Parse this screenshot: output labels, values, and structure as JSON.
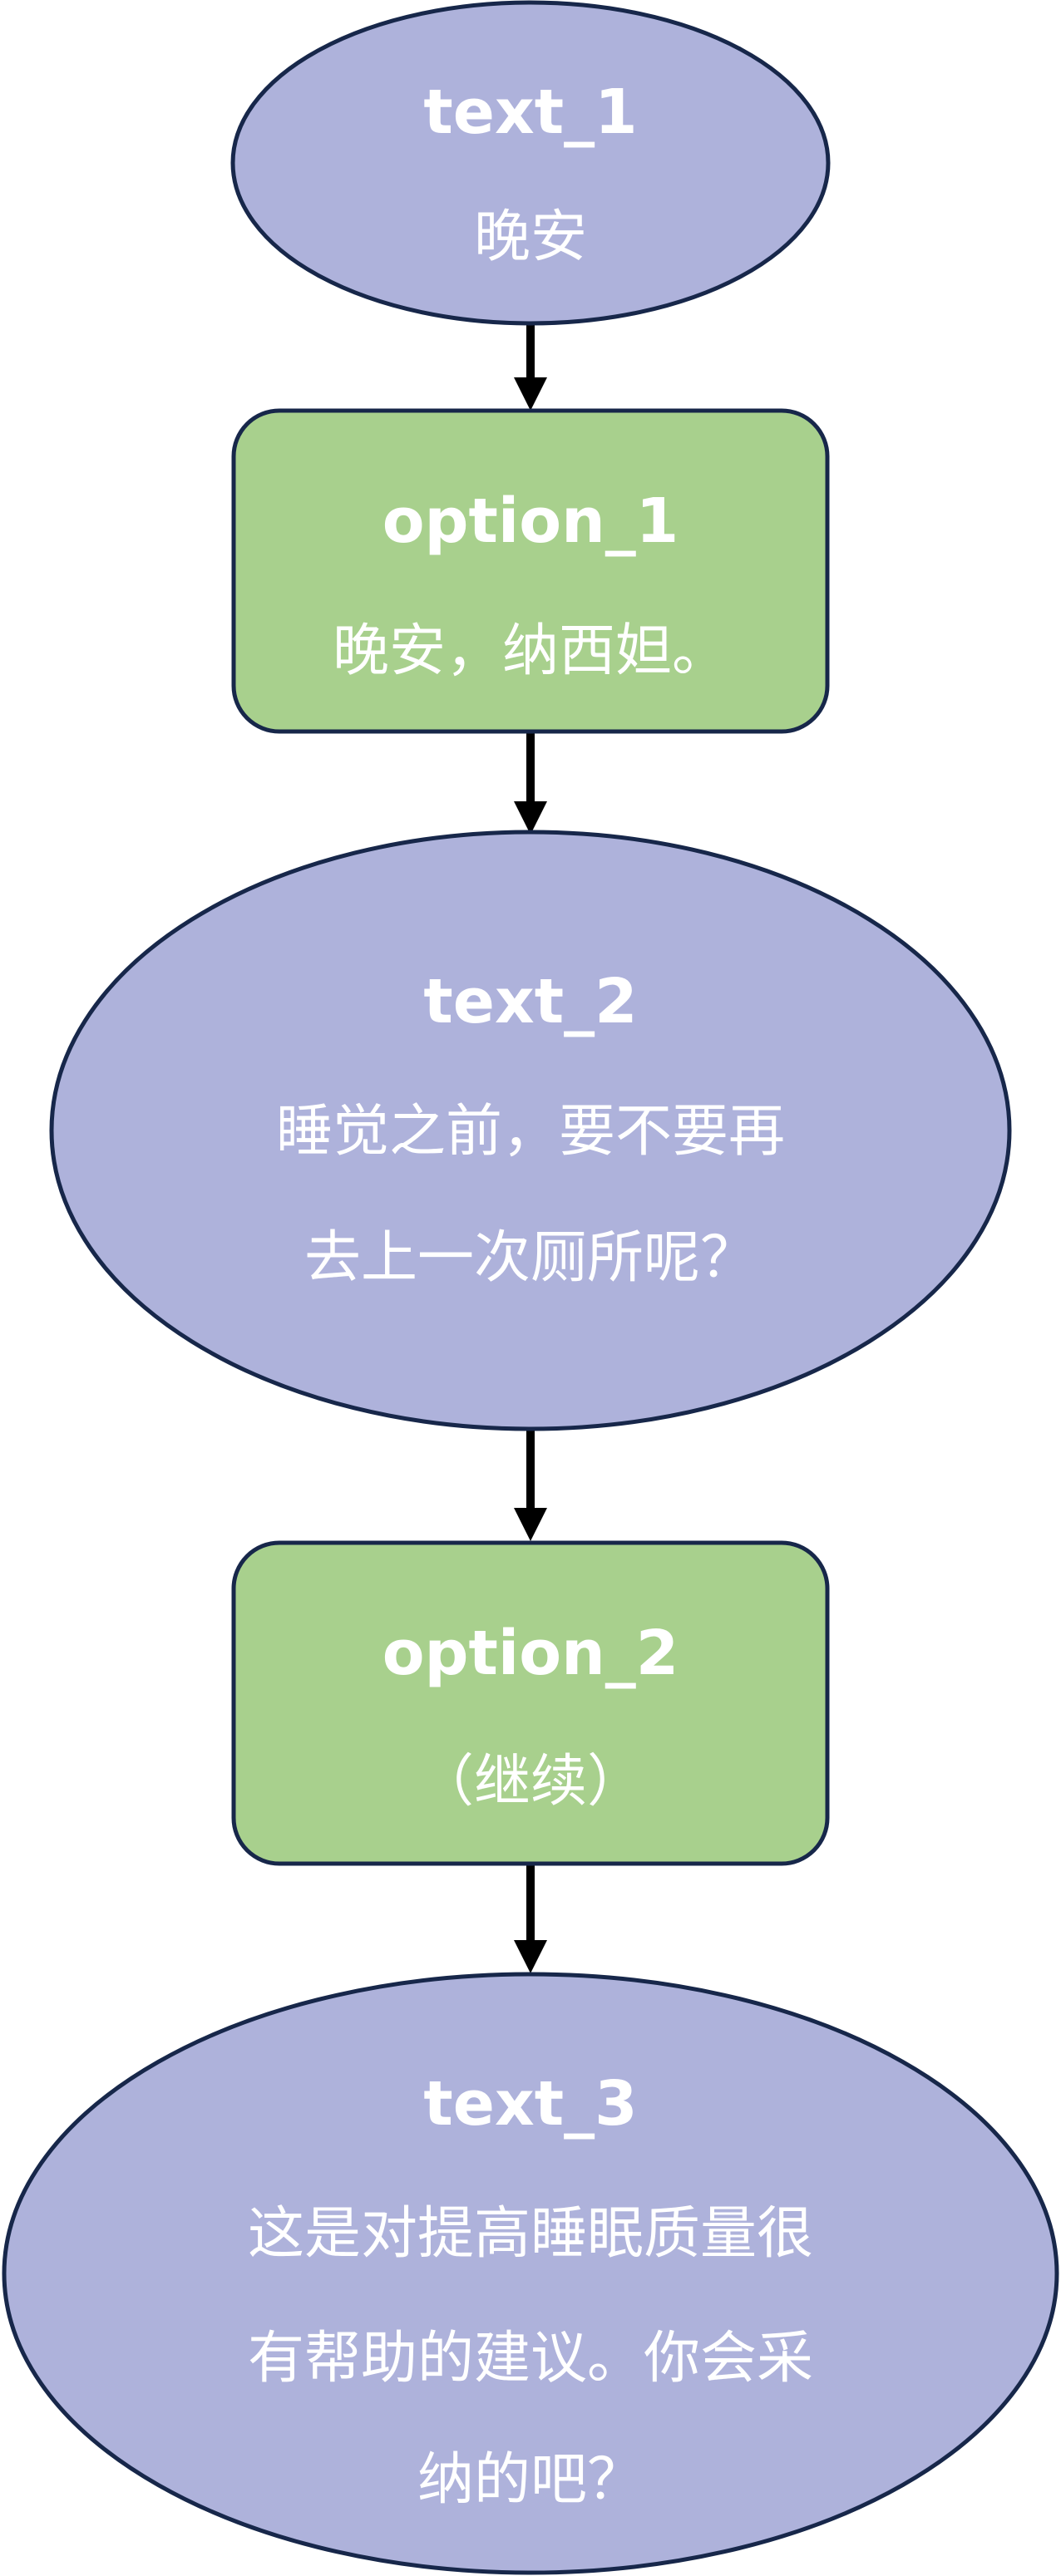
{
  "colors": {
    "text_node_fill": "#aeb2db",
    "option_node_fill": "#a8d08d",
    "node_stroke": "#17274a",
    "arrow": "#000000",
    "label": "#ffffff"
  },
  "nodes": [
    {
      "id": "text_1",
      "kind": "text",
      "title": "text_1",
      "lines": [
        "晚安"
      ]
    },
    {
      "id": "option_1",
      "kind": "option",
      "title": "option_1",
      "lines": [
        "晚安，纳西妲。"
      ]
    },
    {
      "id": "text_2",
      "kind": "text",
      "title": "text_2",
      "lines": [
        "睡觉之前，要不要再",
        "去上一次厕所呢？"
      ]
    },
    {
      "id": "option_2",
      "kind": "option",
      "title": "option_2",
      "lines": [
        "（继续）"
      ]
    },
    {
      "id": "text_3",
      "kind": "text",
      "title": "text_3",
      "lines": [
        "这是对提高睡眠质量很",
        "有帮助的建议。你会采",
        "纳的吧？"
      ]
    }
  ],
  "edges": [
    {
      "from": "text_1",
      "to": "option_1"
    },
    {
      "from": "option_1",
      "to": "text_2"
    },
    {
      "from": "text_2",
      "to": "option_2"
    },
    {
      "from": "option_2",
      "to": "text_3"
    }
  ]
}
